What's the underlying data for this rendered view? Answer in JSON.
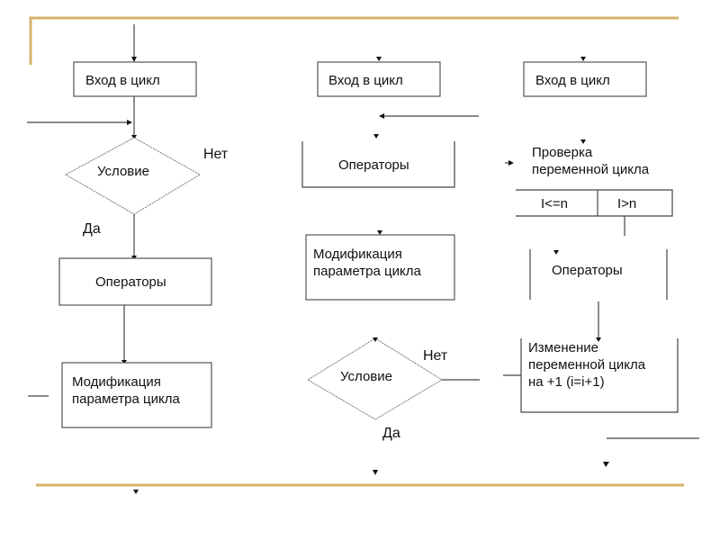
{
  "slide": {
    "accent_color": "#d4b36a"
  },
  "flowchart_left": {
    "entry": "Вход в цикл",
    "condition": "Условие",
    "no_label": "Нет",
    "yes_label": "Да",
    "operators": "Операторы",
    "modification": [
      "Модификация",
      "параметра цикла"
    ]
  },
  "flowchart_middle": {
    "entry": "Вход в цикл",
    "operators": "Операторы",
    "modification": [
      "Модификация",
      "параметра цикла"
    ],
    "condition": "Условие",
    "no_label": "Нет",
    "yes_label": "Да"
  },
  "flowchart_right": {
    "entry": "Вход в цикл",
    "check": [
      "Проверка",
      "переменной цикла"
    ],
    "branch_true": "I<=n",
    "branch_false": "I>n",
    "operators": "Операторы",
    "increment": [
      "Изменение",
      "переменной цикла",
      "на +1 (i=i+1)"
    ]
  }
}
